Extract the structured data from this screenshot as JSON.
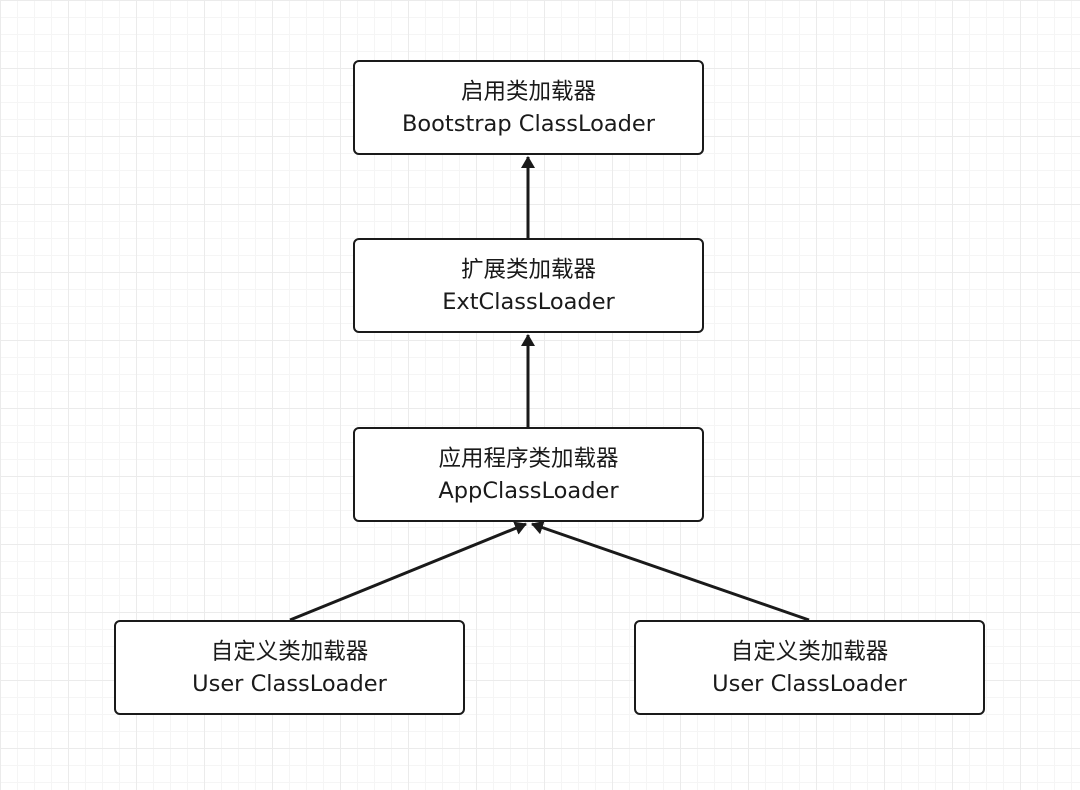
{
  "diagram": {
    "nodes": {
      "bootstrap": {
        "title": "启用类加载器",
        "subtitle": "Bootstrap ClassLoader"
      },
      "ext": {
        "title": "扩展类加载器",
        "subtitle": "ExtClassLoader"
      },
      "app": {
        "title": "应用程序类加载器",
        "subtitle": "AppClassLoader"
      },
      "user_1": {
        "title": "自定义类加载器",
        "subtitle": "User ClassLoader"
      },
      "user_2": {
        "title": "自定义类加载器",
        "subtitle": "User ClassLoader"
      }
    },
    "edges": [
      {
        "from": "ext",
        "to": "bootstrap"
      },
      {
        "from": "app",
        "to": "ext"
      },
      {
        "from": "user_1",
        "to": "app"
      },
      {
        "from": "user_2",
        "to": "app"
      }
    ],
    "colors": {
      "stroke": "#1a1a1a",
      "node_fill": "#ffffff",
      "grid_major": "#ebebeb",
      "grid_minor": "#f5f5f5"
    }
  }
}
